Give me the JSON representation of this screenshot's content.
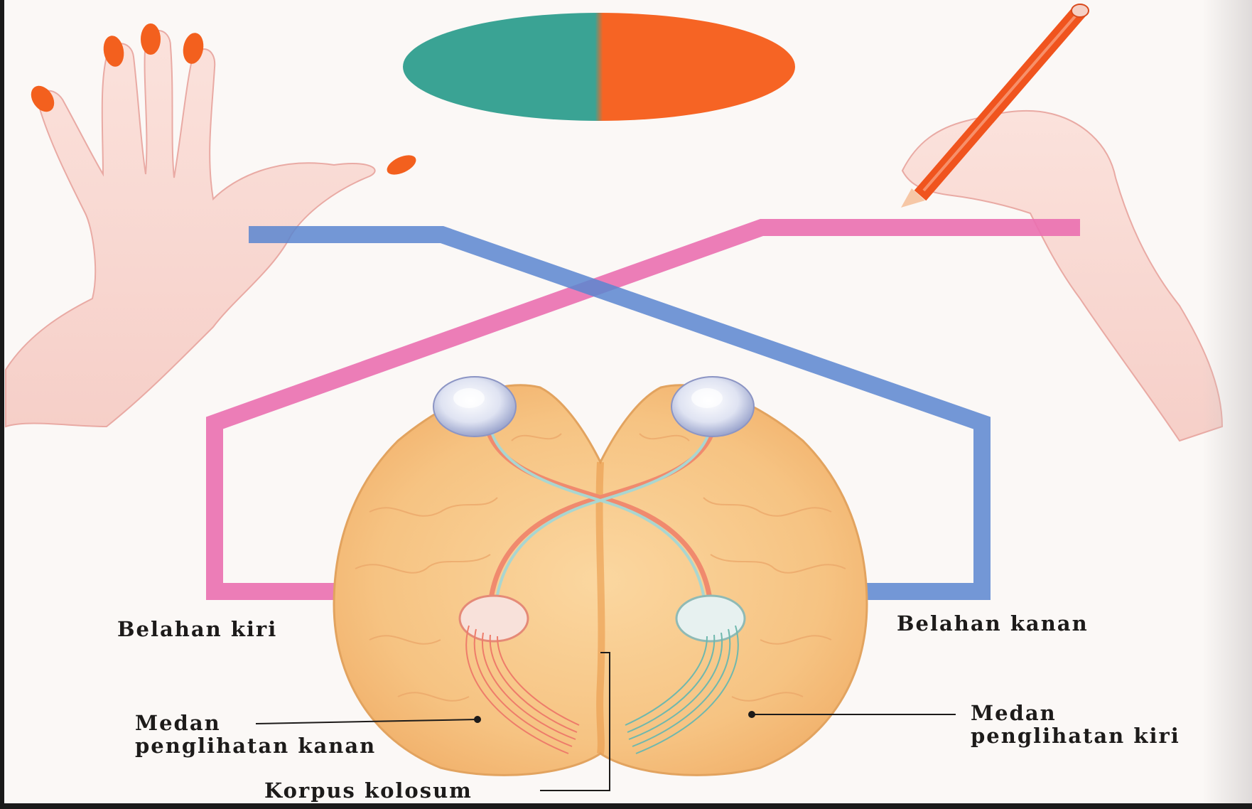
{
  "labels": {
    "left_hemisphere": "Belahan kiri",
    "right_hemisphere": "Belahan kanan",
    "right_visual_field_line1": "Medan",
    "right_visual_field_line2": "penglihatan kanan",
    "left_visual_field_line1": "Medan",
    "left_visual_field_line2": "penglihatan kiri",
    "corpus_callosum": "Korpus kolosum"
  },
  "colors": {
    "left_field": "#3aa394",
    "right_field": "#f66424",
    "left_pathway": "#ea6fb0",
    "right_pathway": "#5a86d0",
    "brain": "#f6c382",
    "skin": "#f9d8d3",
    "nail": "#f3601e",
    "pencil": "#f0541e"
  },
  "icons": {
    "left_hand": "open-hand-icon",
    "right_hand": "writing-hand-icon",
    "pencil": "pencil-icon",
    "left_eye": "eye-icon",
    "right_eye": "eye-icon"
  }
}
